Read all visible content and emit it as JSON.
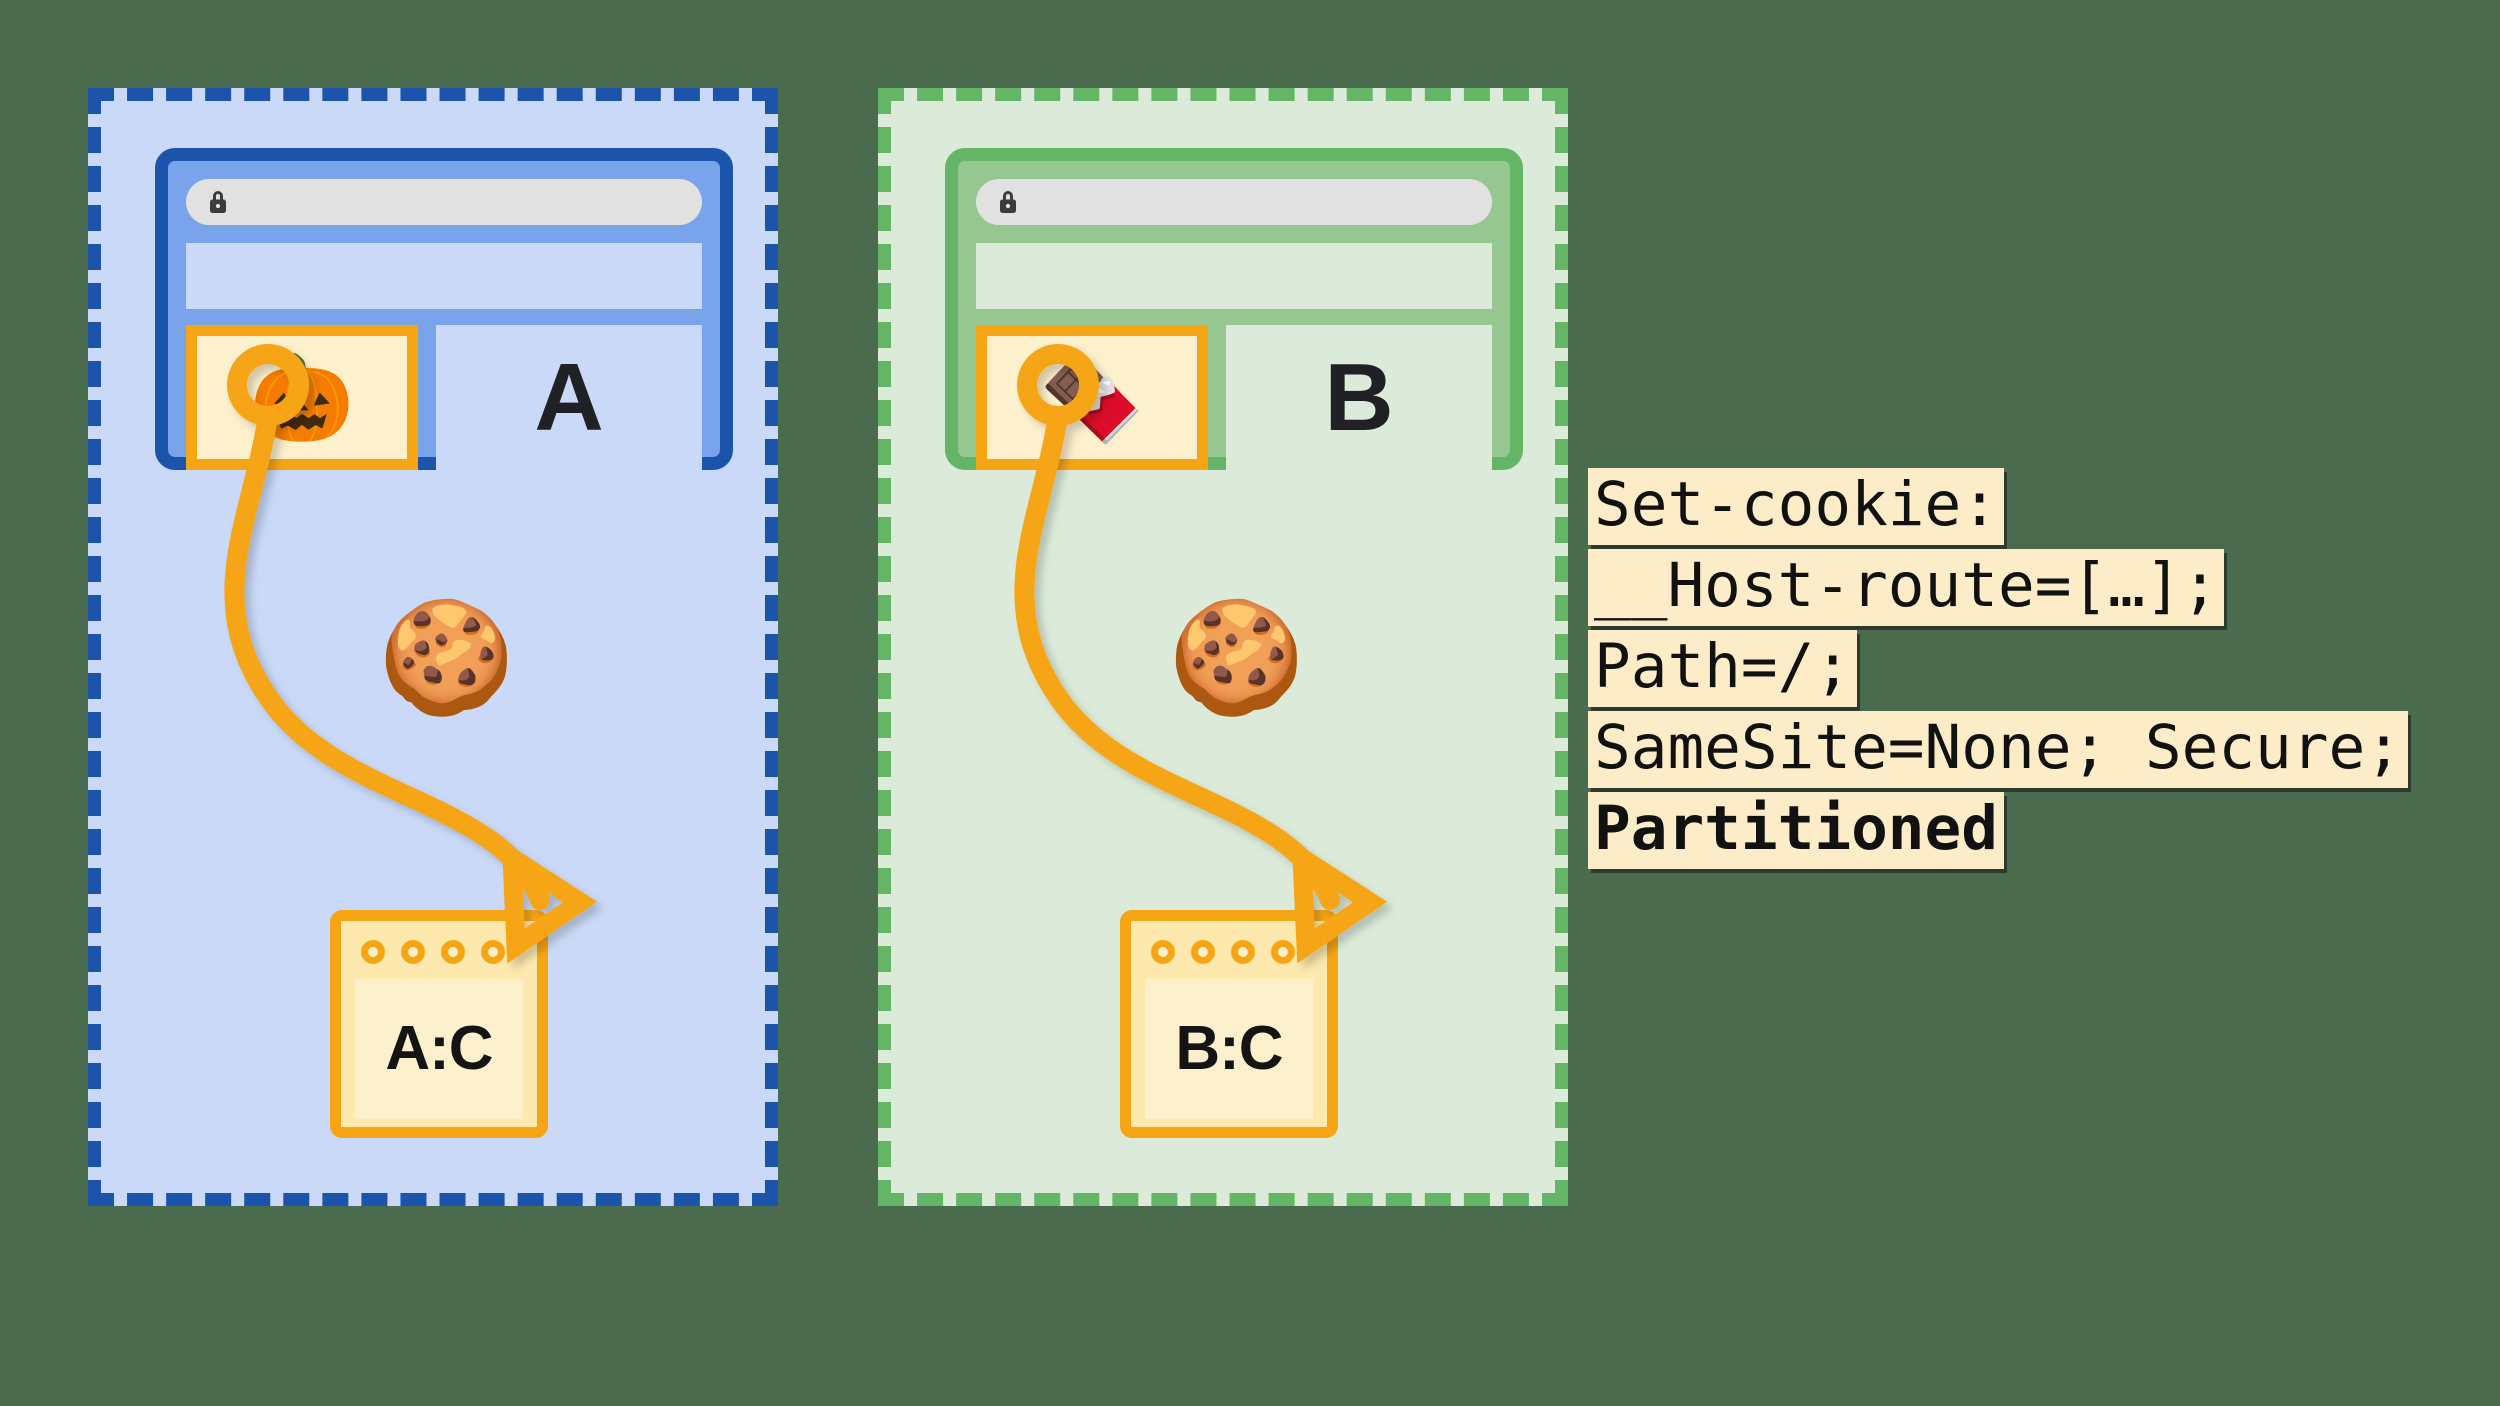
{
  "diagram": {
    "title": "Partitioned cookies (CHIPS) across two top-level sites",
    "colors": {
      "partition_a_border": "#1c54ac",
      "partition_a_fill": "#c9d9f7",
      "partition_b_border": "#65b567",
      "partition_b_fill": "#dcebd9",
      "accent_orange": "#f6a515",
      "code_bg": "#fcedc8",
      "page_bg": "#4b6b4e"
    }
  },
  "partitions": [
    {
      "id": "a",
      "name": "partition-a",
      "browser": {
        "url_value": "",
        "lock_icon": "lock-icon",
        "tile": {
          "icon": "jack-o-lantern-icon",
          "glyph": "🎃"
        },
        "site_letter": "A"
      },
      "cookie": {
        "icon": "cookie-icon",
        "glyph": "🍪"
      },
      "card": {
        "label": "A:C",
        "dots": 4
      }
    },
    {
      "id": "b",
      "name": "partition-b",
      "browser": {
        "url_value": "",
        "lock_icon": "lock-icon",
        "tile": {
          "icon": "chocolate-bar-icon",
          "glyph": "🍫"
        },
        "site_letter": "B"
      },
      "cookie": {
        "icon": "cookie-icon",
        "glyph": "🍪"
      },
      "card": {
        "label": "B:C",
        "dots": 4
      }
    }
  ],
  "code_block": {
    "name": "set-cookie-header",
    "lines": [
      {
        "text": "Set-cookie:",
        "bold": false
      },
      {
        "text": "__Host-route=[…];",
        "bold": false
      },
      {
        "text": "Path=/;",
        "bold": false
      },
      {
        "text": "SameSite=None; Secure;",
        "bold": false
      },
      {
        "text": "Partitioned",
        "bold": true
      }
    ]
  }
}
